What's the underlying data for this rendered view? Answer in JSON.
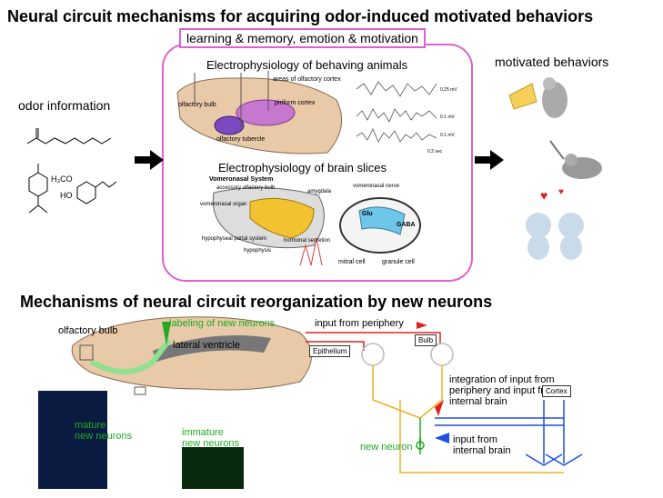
{
  "top": {
    "title": "Neural circuit mechanisms for acquiring odor-induced motivated behaviors",
    "box_label": "learning & memory, emotion & motivation",
    "input_label": "odor information",
    "output_label": "motivated behaviors",
    "section_a_title": "Electrophysiology of behaving animals",
    "section_b_title": "Electrophysiology of brain slices",
    "brain_labels": {
      "olfactory_bulb": "olfactory bulb",
      "olfactory_tubercle": "olfactory tubercle",
      "piriform_cortex": "piriform cortex",
      "areas_olf_cortex": "areas of olfactory cortex"
    },
    "trace_scales": [
      "0.25 mV",
      "0.1 mV",
      "0.1 mV",
      "0.2 sec"
    ],
    "slice_labels": {
      "vomeronasal_system": "Vomeronasal System",
      "accessory_bulb": "accessory olfactory bulb",
      "amygdala": "amygdala",
      "vomeronasal_organ": "vomeronasal organ",
      "vomeronasal_nerve": "vomeronasal nerve",
      "hypophyseal": "hypophyseal portal system",
      "hypophysis": "hypophysis",
      "hormonal": "hormonal secretion",
      "mitral": "mitral cell",
      "granule": "granule cell",
      "glu": "Glu",
      "gaba": "GABA"
    },
    "molecules": {
      "m3": "H₃CO",
      "ho": "HO"
    }
  },
  "bottom": {
    "title": "Mechanisms of neural circuit reorganization by new neurons",
    "olfactory_bulb": "olfactory bulb",
    "labeling": "labeling of new neurons",
    "lateral_ventricle": "lateral ventricle",
    "mature": "mature\nnew neurons",
    "immature": "immature\nnew neurons",
    "input_periphery": "input from periphery",
    "bulb": "Bulb",
    "epithelium": "Epithelium",
    "integration": "integration of input from periphery and input from internal brain",
    "cortex": "Cortex",
    "input_internal": "input from internal brain",
    "new_neuron": "new neuron"
  },
  "colors": {
    "magenta": "#e060d0",
    "green": "#22aa22",
    "red": "#e02020",
    "blue": "#1f4fe0",
    "yellow": "#f0b020",
    "purple": "#9b59b6"
  }
}
